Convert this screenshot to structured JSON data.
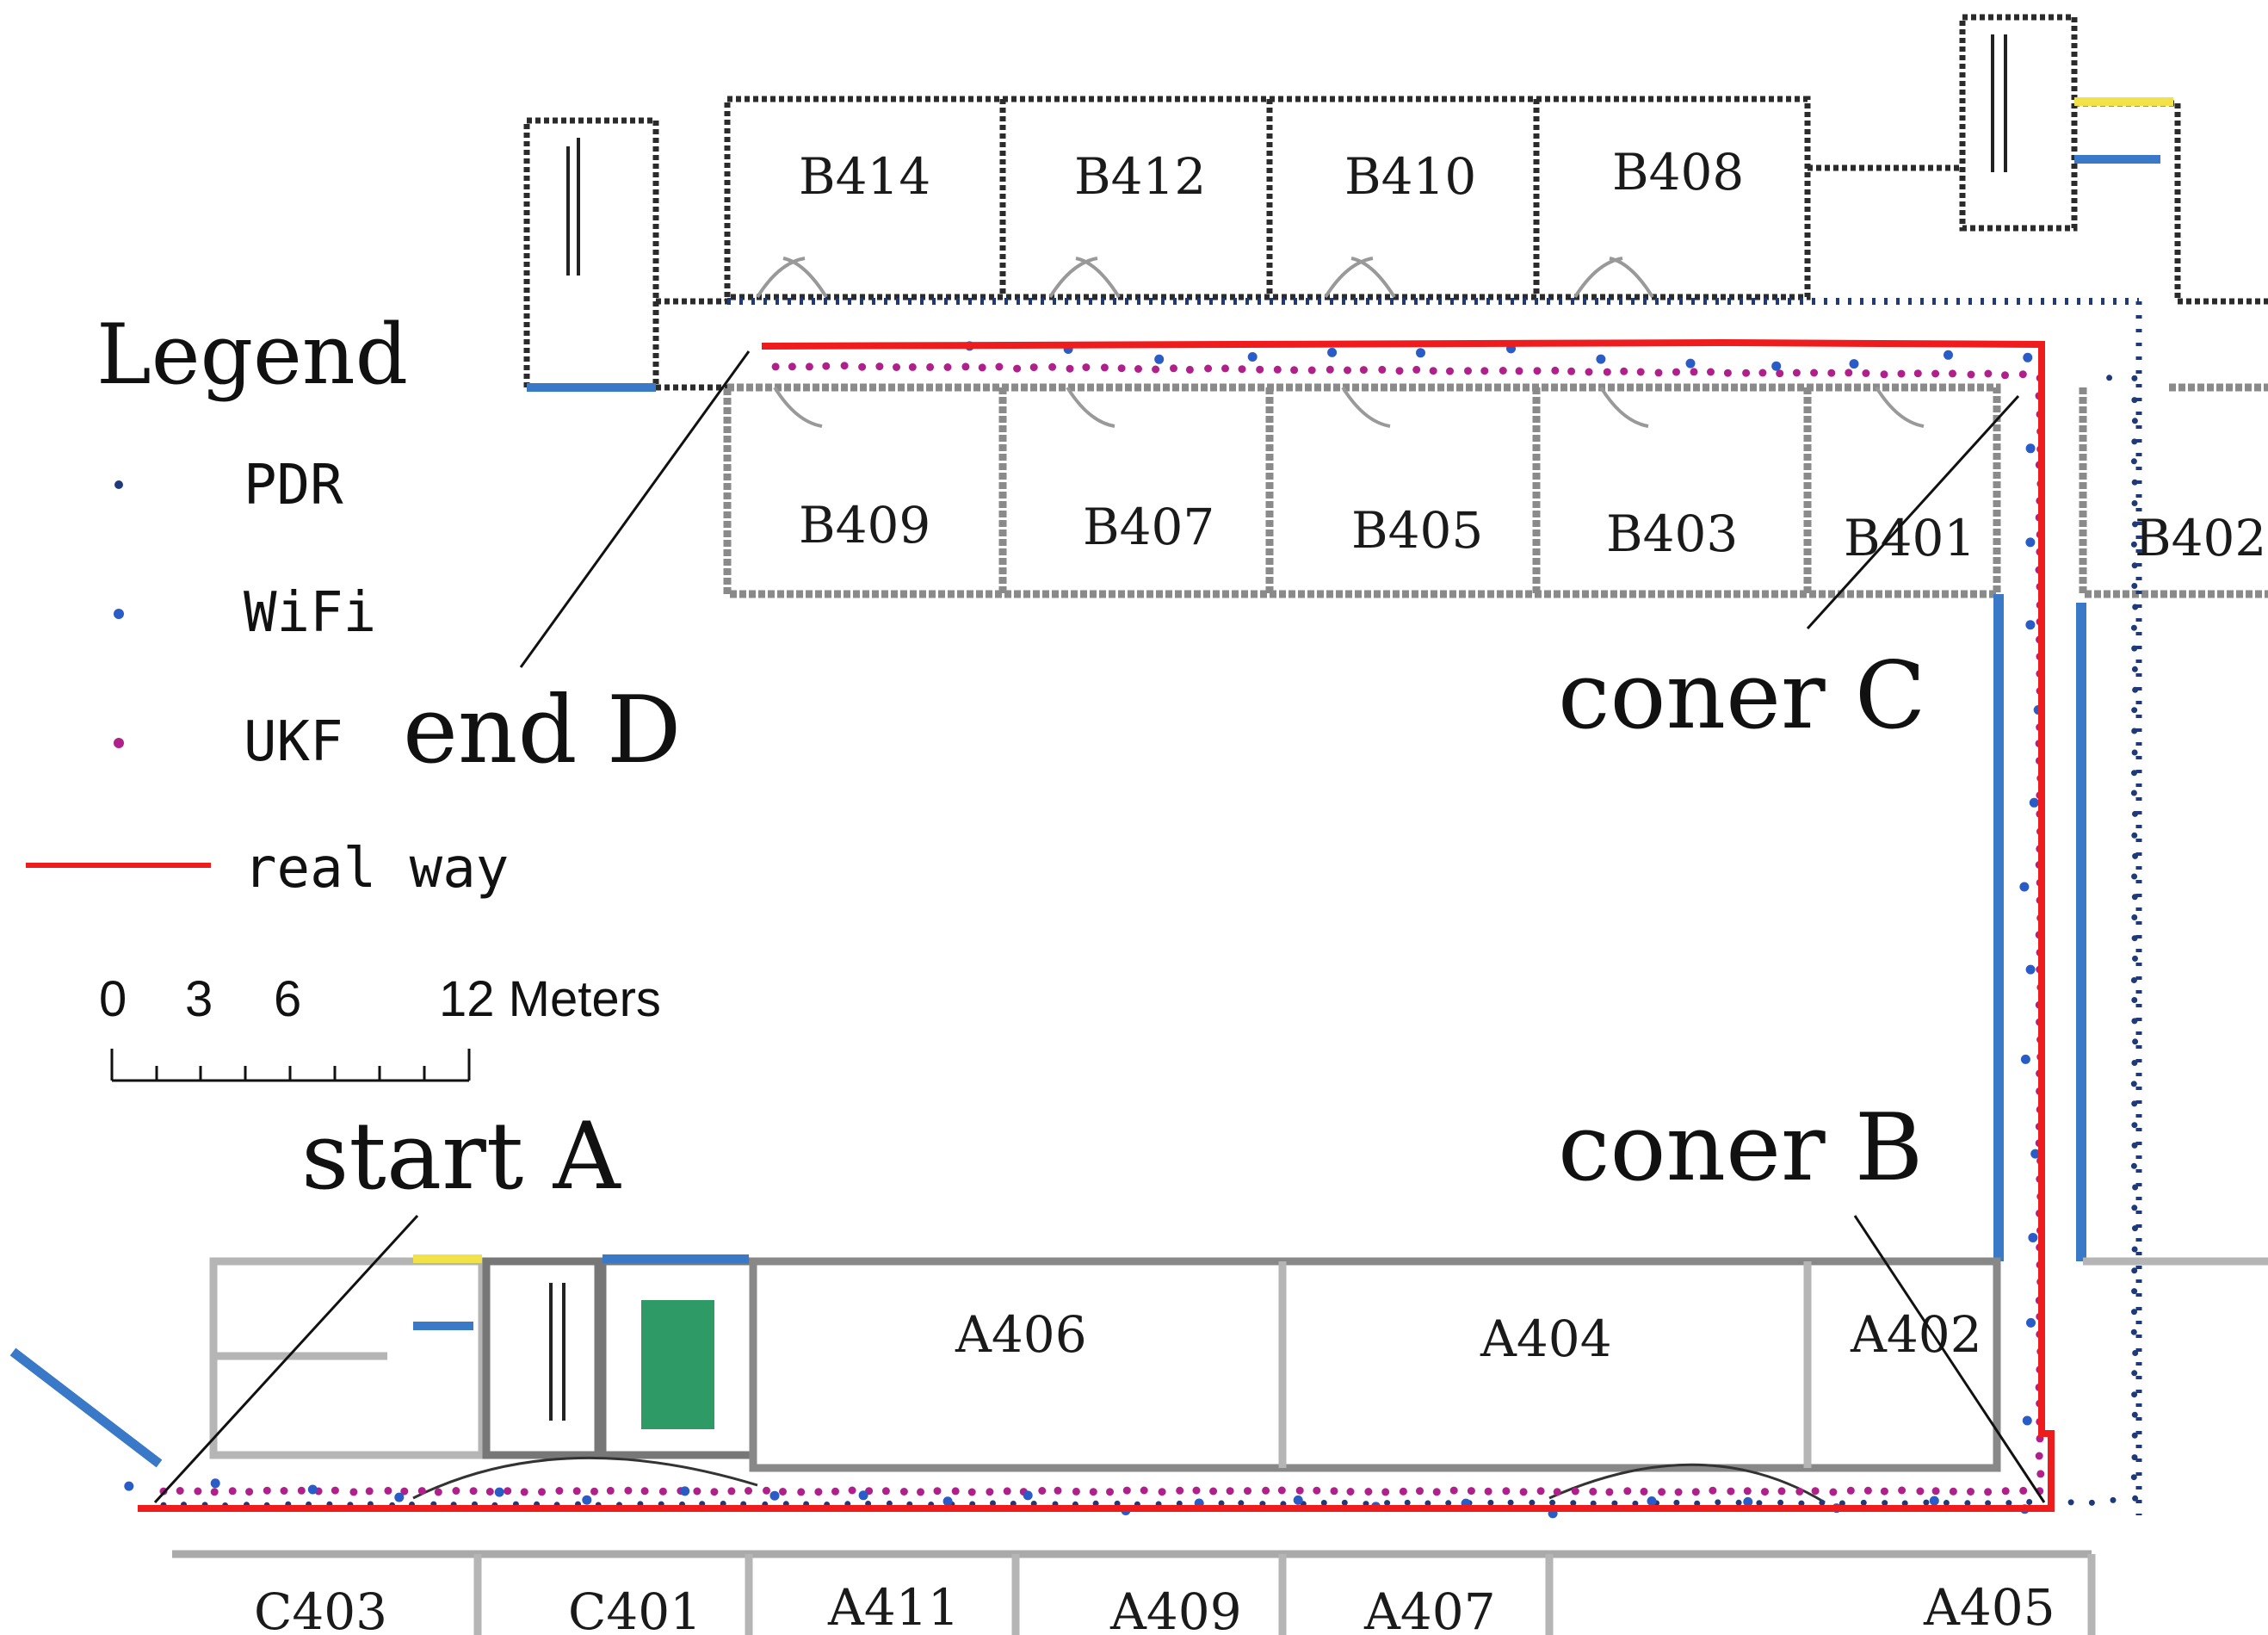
{
  "colors": {
    "pdr": "#1f3a7a",
    "wifi": "#2a5cc8",
    "ukf": "#b0208a",
    "real_way": "#ee1c1c",
    "wall": "#3a3a3a",
    "wall_light": "#b0b0b0",
    "window_blue": "#3a78c8",
    "window_yellow": "#f2e24a",
    "green_block": "#2e9a66"
  },
  "rooms_top_north": [
    "B414",
    "B412",
    "B410",
    "B408"
  ],
  "rooms_top_south": [
    "B409",
    "B407",
    "B405",
    "B403",
    "B401",
    "B402"
  ],
  "rooms_bottom_north": [
    "A406",
    "A404",
    "A402"
  ],
  "rooms_bottom_south": [
    "C403",
    "C401",
    "A411",
    "A409",
    "A407",
    "A405"
  ],
  "legend": {
    "title": "Legend",
    "items": [
      {
        "label": "PDR",
        "symbol": "dot",
        "color_key": "pdr"
      },
      {
        "label": "WiFi",
        "symbol": "dot",
        "color_key": "wifi"
      },
      {
        "label": "UKF",
        "symbol": "dot",
        "color_key": "ukf"
      },
      {
        "label": "real way",
        "symbol": "line",
        "color_key": "real_way"
      }
    ]
  },
  "scale_bar": {
    "ticks": [
      "0",
      "3",
      "6",
      "12 Meters"
    ]
  },
  "annotations": {
    "start": "start A",
    "corner_b": "coner B",
    "corner_c": "coner C",
    "end": "end D"
  }
}
